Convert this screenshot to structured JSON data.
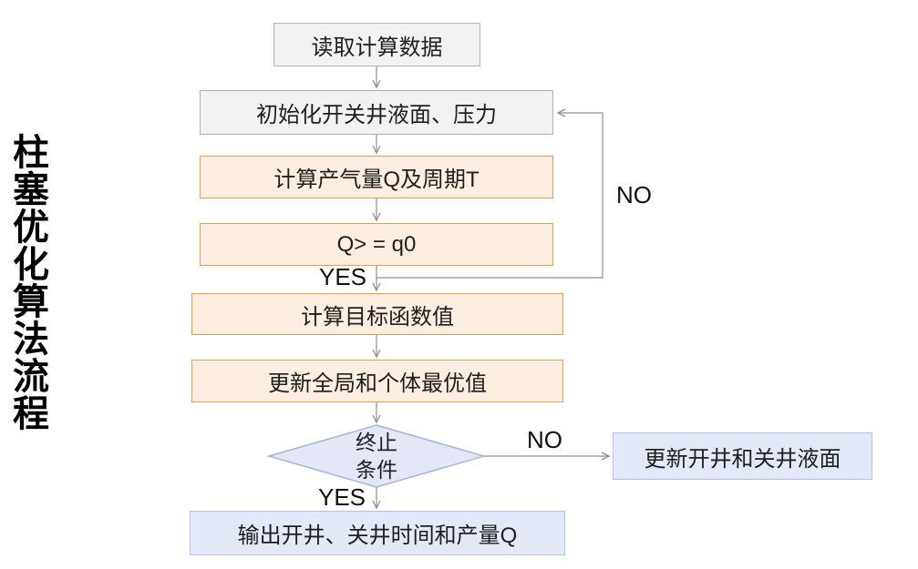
{
  "title": "柱塞优化算法流程",
  "nodes": {
    "read_data": "读取计算数据",
    "init": "初始化开关井液面、压力",
    "calc_q": "计算产气量Q及周期T",
    "q_check": "Q> = q0",
    "objective": "计算目标函数值",
    "update_best": "更新全局和个体最优值",
    "terminate_line1": "终止",
    "terminate_line2": "条件",
    "output": "输出开井、关井时间和产量Q",
    "update_level": "更新开井和关井液面"
  },
  "edge_labels": {
    "loop_no": "NO",
    "q_yes": "YES",
    "terminate_no": "NO",
    "terminate_yes": "YES"
  },
  "colors": {
    "gray_fill": "#f2f2f2",
    "gray_border": "#b3b3b3",
    "orange_fill": "#fcefe2",
    "orange_border": "#ee9c52",
    "blue_fill": "#e4e9f8",
    "blue_border": "#b6c1e8",
    "diamond_fill": "#e4e8f6",
    "diamond_border": "#a9b5dc",
    "connector": "#909090",
    "text": "#1f1f1f"
  }
}
